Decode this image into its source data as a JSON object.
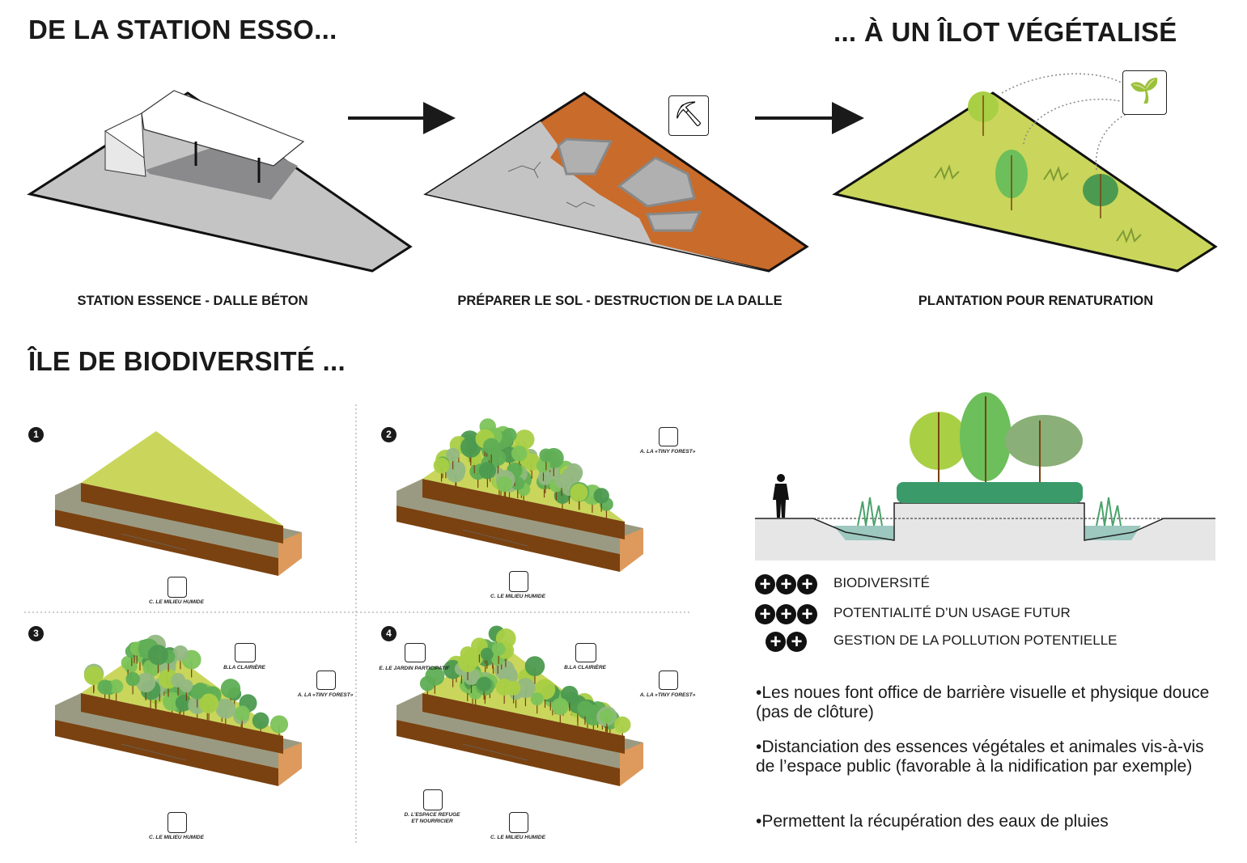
{
  "titles": {
    "left": "DE LA STATION ESSO...",
    "right": "... À UN ÎLOT VÉGÉTALISÉ",
    "section": "ÎLE DE BIODIVERSITÉ ..."
  },
  "steps": [
    {
      "caption": "STATION ESSENCE - DALLE BÉTON"
    },
    {
      "caption": "PRÉPARER LE SOL - DESTRUCTION DE LA DALLE",
      "icon": "excavator-icon"
    },
    {
      "caption": "PLANTATION POUR RENATURATION",
      "icon": "hand-plant-icon"
    }
  ],
  "panels": [
    {
      "number": "1",
      "labels": [
        "C. LE MILIEU HUMIDE"
      ]
    },
    {
      "number": "2",
      "labels": [
        "A. LA «TINY FOREST»",
        "C. LE MILIEU HUMIDE"
      ]
    },
    {
      "number": "3",
      "labels": [
        "B.LA CLAIRIÈRE",
        "A. LA «TINY FOREST»",
        "C. LE MILIEU HUMIDE"
      ]
    },
    {
      "number": "4",
      "labels": [
        "E. LE JARDIN PARTICIPATIF",
        "B.LA CLAIRIÈRE",
        "A. LA «TINY FOREST»",
        "D. L'ESPACE REFUGE",
        "ET NOURRICIER",
        "C. LE MILIEU HUMIDE"
      ]
    }
  ],
  "legend": [
    {
      "score": 3,
      "label": "BIODIVERSITÉ"
    },
    {
      "score": 3,
      "label": "POTENTIALITÉ D’UN USAGE FUTUR"
    },
    {
      "score": 2,
      "label": "GESTION DE LA POLLUTION POTENTIELLE"
    }
  ],
  "bullets": [
    "Les noues font office de barrière visuelle et physique douce (pas de clôture)",
    "Distanciation des essences végétales et animales vis-à-vis de l’espace public (favorable à la nidification par exemple)",
    "Permettent la récupération des eaux de pluies"
  ],
  "colors": {
    "concrete": "#c4c4c4",
    "soil": "#c96b2b",
    "grass": "#c9d65b",
    "brown": "#7a4210",
    "tan": "#dd9a5c",
    "water": "#9cc8bf"
  }
}
